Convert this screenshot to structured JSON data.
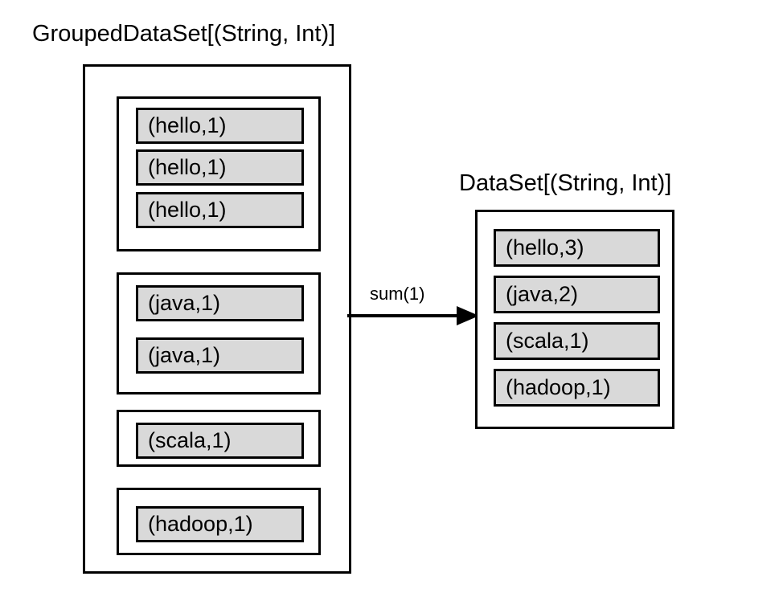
{
  "diagram": {
    "source": {
      "title": "GroupedDataSet[(String, Int)]",
      "groups": [
        {
          "key": "hello",
          "records": [
            "(hello,1)",
            "(hello,1)",
            "(hello,1)"
          ]
        },
        {
          "key": "java",
          "records": [
            "(java,1)",
            "(java,1)"
          ]
        },
        {
          "key": "scala",
          "records": [
            "(scala,1)"
          ]
        },
        {
          "key": "hadoop",
          "records": [
            "(hadoop,1)"
          ]
        }
      ]
    },
    "transform": {
      "label": "sum(1)",
      "arrow": "right-arrow-icon"
    },
    "target": {
      "title": "DataSet[(String, Int)]",
      "records": [
        "(hello,3)",
        "(java,2)",
        "(scala,1)",
        "(hadoop,1)"
      ]
    },
    "colors": {
      "record_fill": "#d9d9d9",
      "stroke": "#000000",
      "background": "#ffffff"
    }
  }
}
